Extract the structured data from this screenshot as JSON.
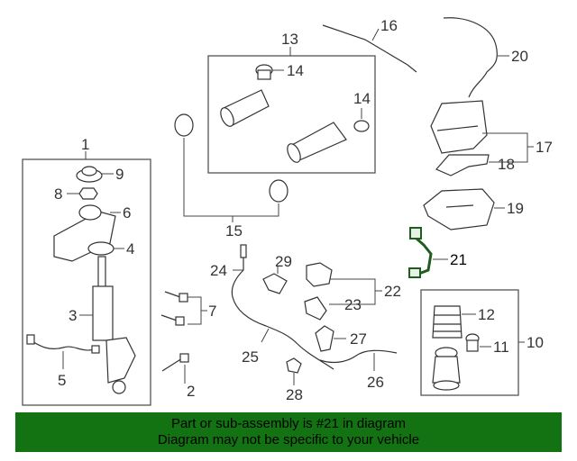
{
  "callouts": {
    "c1": "1",
    "c2": "2",
    "c3": "3",
    "c4": "4",
    "c5": "5",
    "c6": "6",
    "c7": "7",
    "c8": "8",
    "c9": "9",
    "c10": "10",
    "c11": "11",
    "c12": "12",
    "c13": "13",
    "c14a": "14",
    "c14b": "14",
    "c15": "15",
    "c16": "16",
    "c17": "17",
    "c18": "18",
    "c19": "19",
    "c20": "20",
    "c21": "21",
    "c22": "22",
    "c23": "23",
    "c24": "24",
    "c25": "25",
    "c26": "26",
    "c27": "27",
    "c28": "28",
    "c29": "29"
  },
  "banner": {
    "line1": "Part or sub-assembly is #21 in diagram",
    "line2": "Diagram may not be specific to your vehicle"
  },
  "colors": {
    "banner_bg": "#137313",
    "highlight": "#1f5d1f"
  }
}
